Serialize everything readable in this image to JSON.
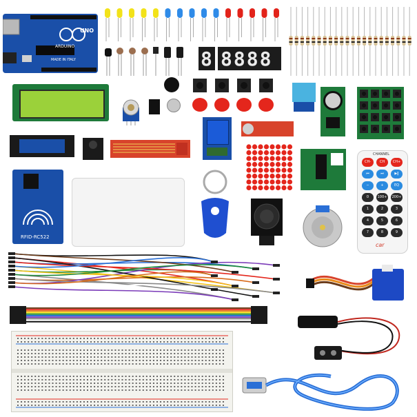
{
  "arduino": {
    "brand": "UNO",
    "sub": "ARDUINO",
    "made": "MADE IN ITALY"
  },
  "display": {
    "digits": "8888"
  },
  "rfid": {
    "label": "RFID-RC522"
  },
  "remote": {
    "channel_label": "CHANNEL",
    "keys": [
      "CH-",
      "CH",
      "CH+",
      "⏮",
      "⏭",
      "▶‖",
      "−",
      "+",
      "EQ",
      "0",
      "100+",
      "200+",
      "1",
      "2",
      "3",
      "4",
      "5",
      "6",
      "7",
      "8",
      "9"
    ],
    "brand": "car"
  },
  "colors": {
    "pcb_blue": "#1a4fa8",
    "pcb_green": "#1e7a3a",
    "lcd_green": "#9bd13a",
    "breadboard": "#f3f3ee",
    "usb_blue": "#2a6fd6"
  }
}
